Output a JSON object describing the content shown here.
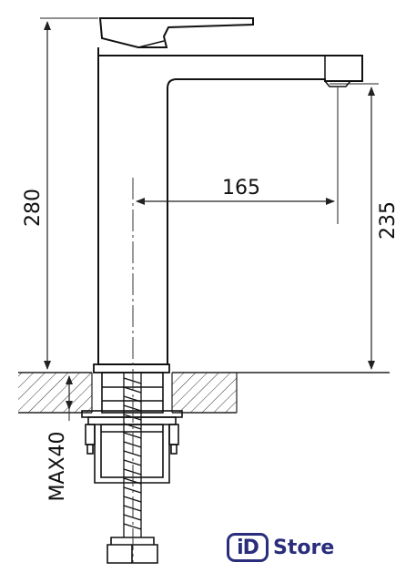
{
  "dimensions": {
    "total_height": "280",
    "spout_reach": "165",
    "spout_height": "235",
    "max_thickness": "MAX40"
  },
  "logo": {
    "mark": "iD",
    "word": "Store",
    "color": "#2a2d7c"
  }
}
